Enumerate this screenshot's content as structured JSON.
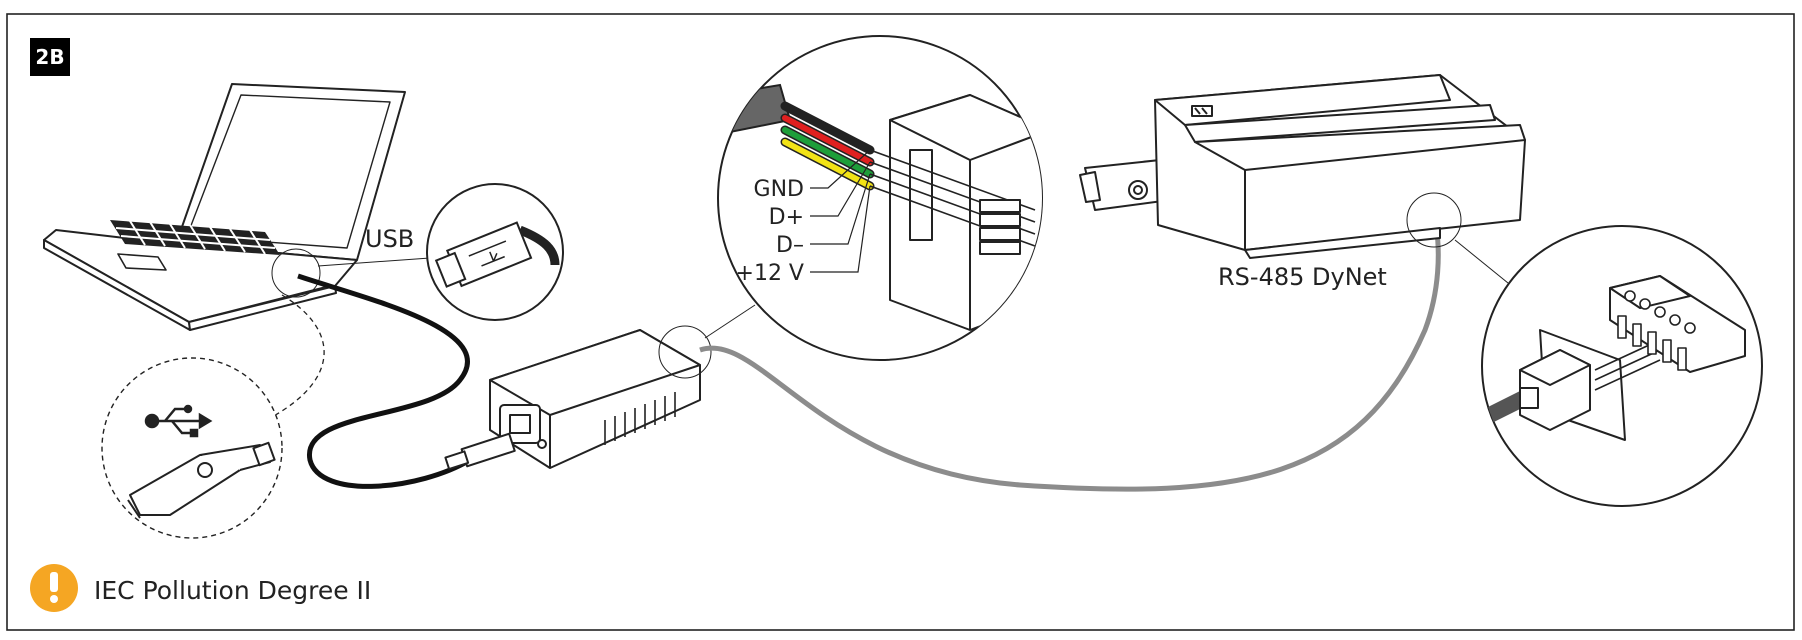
{
  "figure": {
    "step_badge": "2B",
    "usb_label": "USB",
    "wire_labels": [
      "GND",
      "D+",
      "D–",
      "+12 V"
    ],
    "device_label": "RS-485 DyNet",
    "warning_text": "IEC Pollution Degree II"
  },
  "colors": {
    "warning": "#F5A623",
    "wire_black": "#222222",
    "wire_red": "#E02020",
    "wire_green": "#1E9E3A",
    "wire_yellow": "#F2E316",
    "grey_cable": "#8c8c8c"
  },
  "icons": [
    "laptop-icon",
    "usb-plug-icon",
    "usb-symbol-icon",
    "usb-stick-icon",
    "usb-interface-icon",
    "rj-connector-icon",
    "din-rail-device-icon",
    "terminal-block-icon",
    "warning-icon"
  ]
}
